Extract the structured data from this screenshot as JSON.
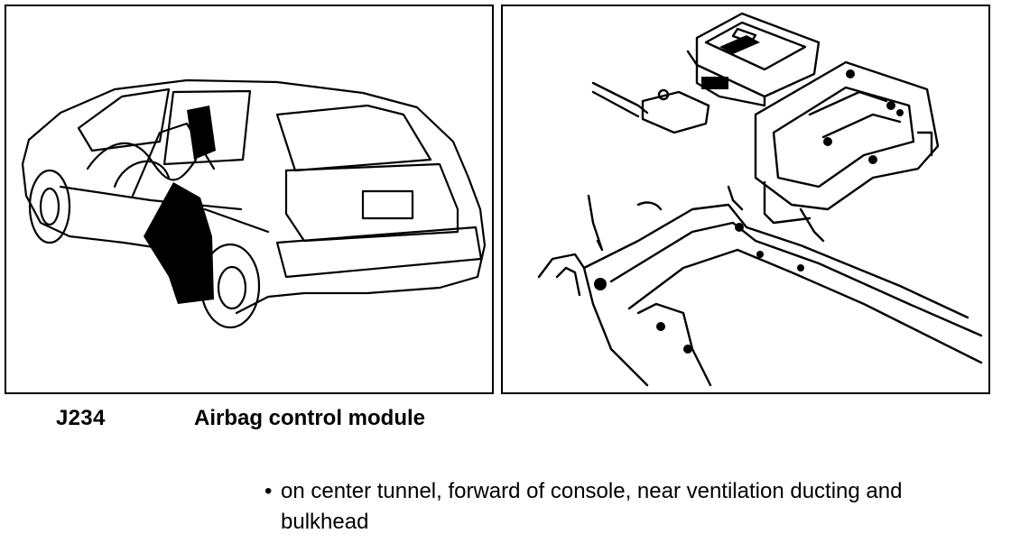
{
  "figure": {
    "left_image_icon": "car-interior-cutaway-drawing",
    "right_image_icon": "airbag-module-mounting-detail-drawing"
  },
  "caption": {
    "code": "J234",
    "title": "Airbag control module"
  },
  "notes": {
    "bullet": "•",
    "items": [
      "on center tunnel, forward of console, near ventilation ducting and bulkhead"
    ]
  }
}
